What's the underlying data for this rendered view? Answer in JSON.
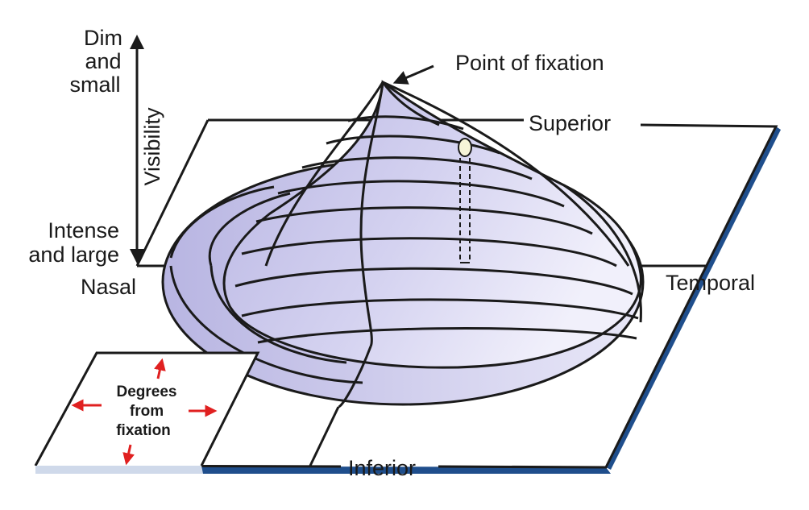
{
  "labels": {
    "dim_small": [
      "Dim",
      "and",
      "small"
    ],
    "intense_large": [
      "Intense",
      "and large"
    ],
    "visibility": "Visibility",
    "point_of_fixation": "Point of fixation",
    "superior": "Superior",
    "temporal": "Temporal",
    "nasal": "Nasal",
    "inferior": "Inferior",
    "degrees_box": [
      "Degrees",
      "from",
      "fixation"
    ]
  },
  "colors": {
    "hill_fill": "#c9c7ea",
    "hill_light": "#eeeefa",
    "plane_edge_blue": "#1f4e8c",
    "arrow_red": "#e02020",
    "ink": "#1a1a1a",
    "stimulus_fill": "#f6f4d8"
  }
}
